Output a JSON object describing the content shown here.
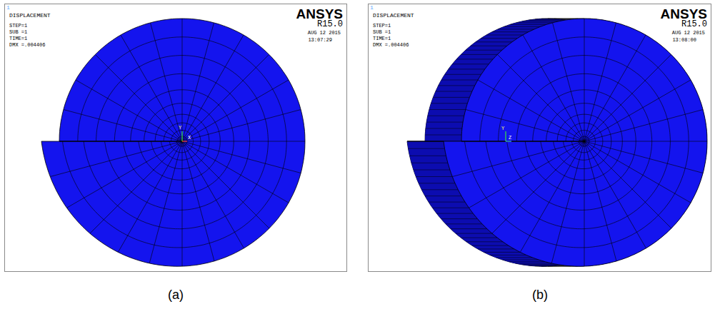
{
  "diagram": {
    "nodes": [
      {
        "text": [
          "1",
          "DISPLACEMENT",
          "STEP=1",
          "SUB =1",
          "TIME=1",
          "DMX =.004406",
          "ANSYS",
          "R15.0",
          "AUG 12 2015",
          "13:07:29",
          "Y",
          "X"
        ]
      },
      {
        "text": [
          "1",
          "DISPLACEMENT",
          "STEP=1",
          "SUB =1",
          "TIME=1",
          "DMX =.004406",
          "ANSYS",
          "R15.0",
          "AUG 12 2015",
          "13:08:00",
          "Y",
          "Z"
        ]
      }
    ],
    "labels": [
      "(a)",
      "(b)"
    ]
  }
}
